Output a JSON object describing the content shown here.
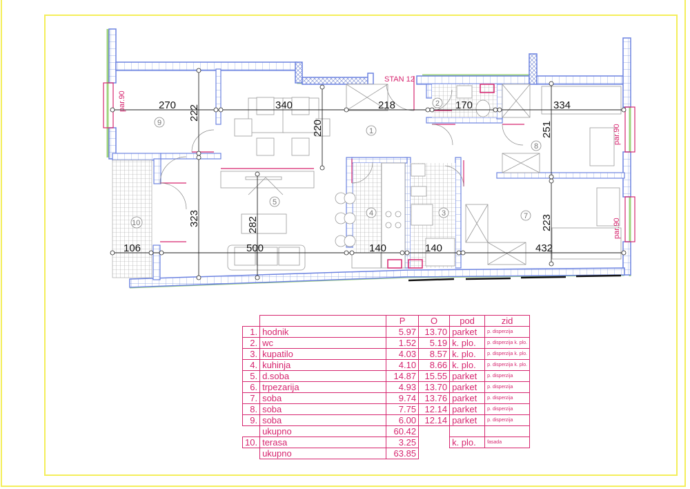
{
  "drawing": {
    "apartment_label": "STAN 12",
    "window_labels": [
      "par.90",
      "par.90",
      "par.90"
    ],
    "dimensions": {
      "horizontal_top": [
        "270",
        "340",
        "218",
        "170",
        "334"
      ],
      "horizontal_bottom": [
        "106",
        "500",
        "140",
        "140",
        "432"
      ],
      "vertical": [
        "222",
        "220",
        "251",
        "323",
        "282",
        "223"
      ]
    },
    "room_markers": [
      "1",
      "2",
      "3",
      "4",
      "5",
      "7",
      "8",
      "9",
      "10"
    ]
  },
  "schedule": {
    "headers": {
      "num": "",
      "name": "",
      "p": "P",
      "o": "O",
      "pod": "pod",
      "zid": "zid"
    },
    "rows": [
      {
        "num": "1.",
        "name": "hodnik",
        "p": "5.97",
        "o": "13.70",
        "pod": "parket",
        "zid": "p. disperzija"
      },
      {
        "num": "2.",
        "name": "wc",
        "p": "1.52",
        "o": "5.19",
        "pod": "k. plo.",
        "zid": "p. disperzija k. plo."
      },
      {
        "num": "3.",
        "name": "kupatilo",
        "p": "4.03",
        "o": "8.57",
        "pod": "k. plo.",
        "zid": "p. disperzija k. plo."
      },
      {
        "num": "4.",
        "name": "kuhinja",
        "p": "4.10",
        "o": "8.66",
        "pod": "k. plo.",
        "zid": "p. disperzija k. plo."
      },
      {
        "num": "5.",
        "name": "d.soba",
        "p": "14.87",
        "o": "15.55",
        "pod": "parket",
        "zid": "p. disperzija"
      },
      {
        "num": "6.",
        "name": "trpezarija",
        "p": "4.93",
        "o": "13.70",
        "pod": "parket",
        "zid": "p. disperzija"
      },
      {
        "num": "7.",
        "name": "soba",
        "p": "9.74",
        "o": "13.76",
        "pod": "parket",
        "zid": "p. disperzija"
      },
      {
        "num": "8.",
        "name": "soba",
        "p": "7.75",
        "o": "12.14",
        "pod": "parket",
        "zid": "p. disperzija"
      },
      {
        "num": "9.",
        "name": "soba",
        "p": "6.00",
        "o": "12.14",
        "pod": "parket",
        "zid": "p. disperzija"
      }
    ],
    "subtotal": {
      "label": "ukupno",
      "p": "60.42"
    },
    "terrace": {
      "num": "10.",
      "name": "terasa",
      "p": "3.25",
      "pod": "k. plo.",
      "zid": "fasada"
    },
    "total": {
      "label": "ukupno",
      "p": "63.85"
    }
  }
}
